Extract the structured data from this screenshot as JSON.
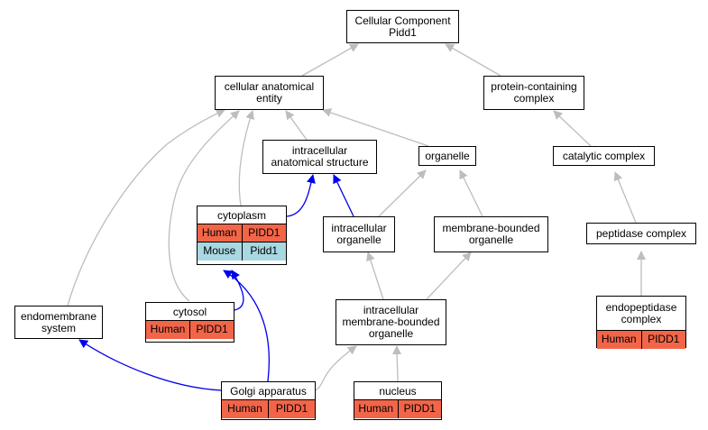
{
  "colors": {
    "human": "#f26549",
    "mouse": "#a8d8e2",
    "edge_gray": "#bdbdbd",
    "edge_blue": "#0000ee"
  },
  "nodes": {
    "root": {
      "line1": "Cellular Component",
      "line2": "Pidd1"
    },
    "cae": {
      "line1": "cellular anatomical",
      "line2": "entity"
    },
    "pcc": {
      "line1": "protein-containing",
      "line2": "complex"
    },
    "ias": {
      "line1": "intracellular",
      "line2": "anatomical structure"
    },
    "organelle": {
      "line1": "organelle"
    },
    "catalytic": {
      "line1": "catalytic complex"
    },
    "io": {
      "line1": "intracellular",
      "line2": "organelle"
    },
    "mbo": {
      "line1": "membrane-bounded",
      "line2": "organelle"
    },
    "peptidase": {
      "line1": "peptidase complex"
    },
    "imbo": {
      "line1": "intracellular",
      "line2": "membrane-bounded",
      "line3": "organelle"
    },
    "endomembrane": {
      "line1": "endomembrane",
      "line2": "system"
    }
  },
  "tables": {
    "cytoplasm": {
      "title": "cytoplasm",
      "rows": [
        {
          "species": "Human",
          "gene": "PIDD1"
        },
        {
          "species": "Mouse",
          "gene": "Pidd1"
        }
      ]
    },
    "cytosol": {
      "title": "cytosol",
      "rows": [
        {
          "species": "Human",
          "gene": "PIDD1"
        }
      ]
    },
    "golgi": {
      "title": "Golgi apparatus",
      "rows": [
        {
          "species": "Human",
          "gene": "PIDD1"
        }
      ]
    },
    "nucleus": {
      "title": "nucleus",
      "rows": [
        {
          "species": "Human",
          "gene": "PIDD1"
        }
      ]
    },
    "endopeptidase": {
      "title_line1": "endopeptidase",
      "title_line2": "complex",
      "rows": [
        {
          "species": "Human",
          "gene": "PIDD1"
        }
      ]
    }
  }
}
